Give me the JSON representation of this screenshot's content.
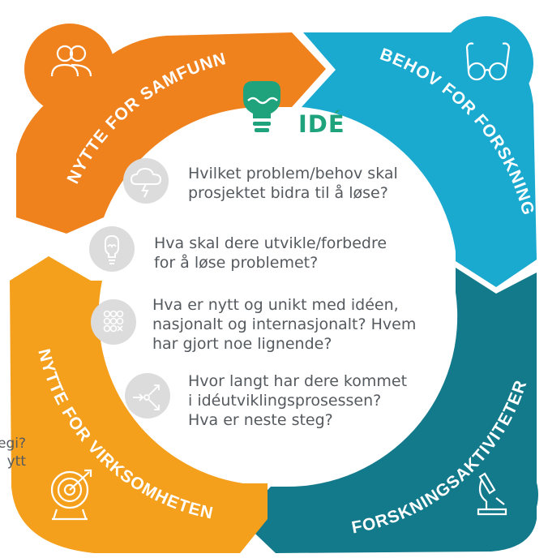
{
  "center": {
    "title": "IDÉ",
    "icon": "lightbulb-icon"
  },
  "segments": [
    {
      "label": "NYTTE FOR SAMFUNN",
      "color": "#f0821e",
      "icon": "people-icon"
    },
    {
      "label": "BEHOV FOR FORSKNING",
      "color": "#1aa9cf",
      "icon": "glasses-icon"
    },
    {
      "label": "FORSKNINGSAKTIVITETER",
      "color": "#137a8b",
      "icon": "microscope-icon"
    },
    {
      "label": "NYTTE FOR VIRKSOMHETEN",
      "color": "#f5a01c",
      "icon": "target-icon"
    }
  ],
  "questions": [
    {
      "icon": "storm-cloud-icon",
      "lines": [
        "Hvilket problem/behov skal",
        "prosjektet bidra til å løse?"
      ]
    },
    {
      "icon": "lightbulb-icon",
      "lines": [
        "Hva skal dere utvikle/forbedre",
        "for å løse problemet?"
      ]
    },
    {
      "icon": "dot-grid-icon",
      "lines": [
        "Hva er nytt og unikt med idéen,",
        "nasjonalt og internasjonalt? Hvem",
        "har gjort noe lignende?"
      ]
    },
    {
      "icon": "branching-arrows-icon",
      "lines": [
        "Hvor langt har dere kommet",
        "i idéutviklingsprosessen?",
        "Hva er neste steg?"
      ]
    }
  ],
  "cut_text": [
    "egi?",
    "ytt"
  ],
  "colors": {
    "green": "#1fa37c",
    "question_text": "#555a5f",
    "icon_circle": "#dcdcdc"
  }
}
